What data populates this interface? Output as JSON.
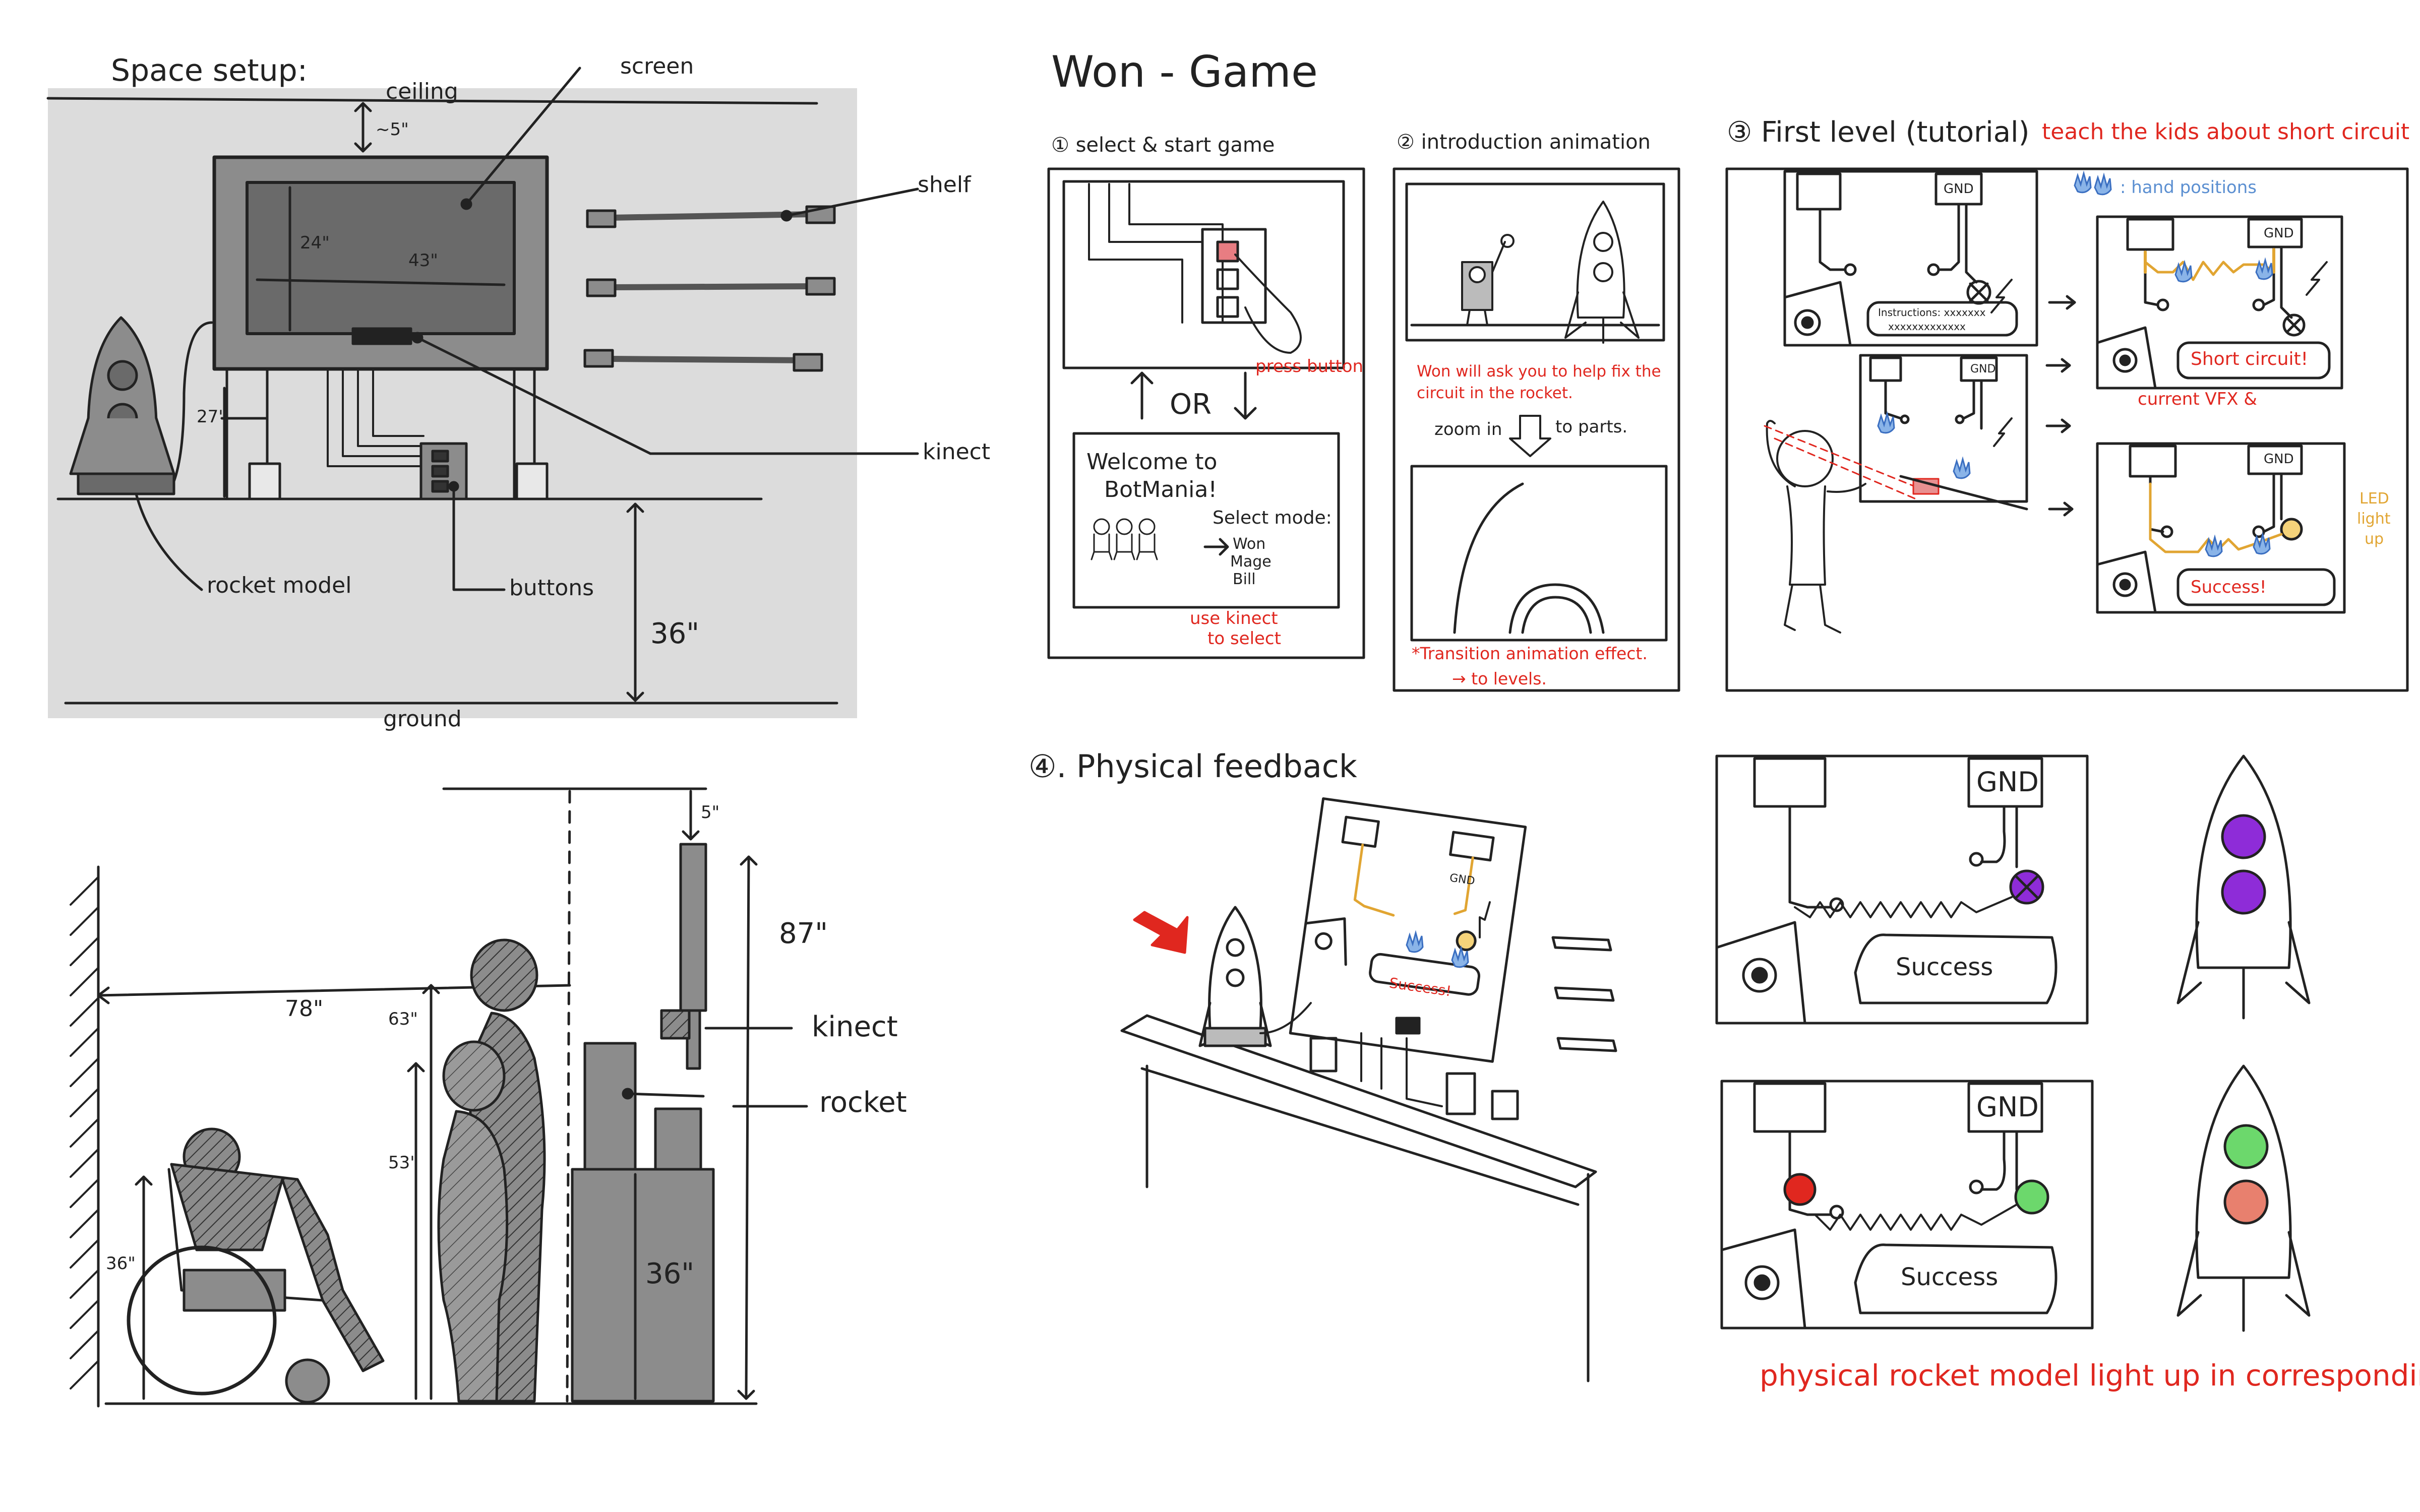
{
  "space_setup": {
    "title": "Space setup:",
    "ceiling": "ceiling",
    "ceiling_gap": "~5\"",
    "screen": "screen",
    "screen_height": "24\"",
    "screen_width": "43\"",
    "stand_height": "27\"",
    "shelf": "shelf",
    "kinect": "kinect",
    "rocket_model": "rocket model",
    "buttons": "buttons",
    "floor_height": "36\"",
    "ground": "ground"
  },
  "side_view": {
    "top_gap": "5\"",
    "total_height": "87\"",
    "width": "78\"",
    "person_tall": "63\"",
    "person_short": "53\"",
    "wheelchair": "36\"",
    "table": "36\"",
    "kinect": "kinect",
    "rocket": "rocket"
  },
  "game": {
    "title": "Won - Game",
    "step1": {
      "heading": "① select & start game",
      "press_button": "press button",
      "or": "OR",
      "welcome_line1": "Welcome to",
      "welcome_line2": "BotMania!",
      "select_mode": "Select mode:",
      "modes": [
        "Won",
        "Mage",
        "Bill"
      ],
      "use_kinect_1": "use kinect",
      "use_kinect_2": "to select"
    },
    "step2": {
      "heading": "② introduction animation",
      "note_1": "Won will ask you to help fix the",
      "note_2": "circuit in the rocket.",
      "zoom_in": "zoom in",
      "to_parts": "to parts.",
      "transition_1": "*Transition animation effect.",
      "transition_2": "→ to levels."
    },
    "step3": {
      "heading": "③ First level (tutorial)",
      "teach": "teach the kids about short circuit",
      "gnd": "GND",
      "instructions_1": "Instructions: xxxxxxx",
      "instructions_2": "xxxxxxxxxxxxx",
      "hand_positions": ": hand positions",
      "short_circuit": "Short circuit!",
      "current_vfx": "current VFX &",
      "success": "Success!",
      "led_1": "LED",
      "led_2": "light",
      "led_3": "up"
    },
    "step4": {
      "heading": "④. Physical feedback",
      "gnd": "GND",
      "success_small": "Success!",
      "success": "Success",
      "physical_note": "physical rocket model light up in corresponding color"
    }
  },
  "colors": {
    "panel_bg": "#dcdcdc",
    "gray_fill": "#8c8c8c",
    "dark_fill": "#6a6a6a",
    "red": "#e0271f",
    "purple": "#8e2cd8",
    "green": "#6cd86c",
    "salmon": "#e8806e",
    "orange": "#e1a532",
    "blue": "#5b8fd1"
  }
}
